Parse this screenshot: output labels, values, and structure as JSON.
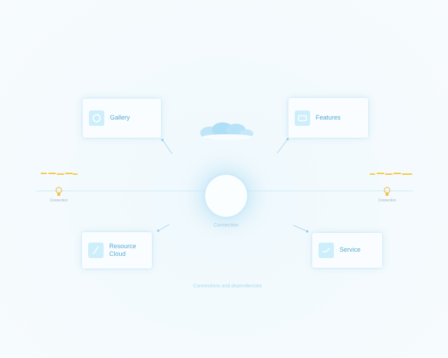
{
  "diagram": {
    "hub": {
      "label": "Connection"
    },
    "nodes": [
      {
        "id": "gallery",
        "label": "Gallery",
        "icon": "circle-arrow-icon"
      },
      {
        "id": "features",
        "label": "Features",
        "icon": "window-icon"
      },
      {
        "id": "resource",
        "label": "Resource Cloud",
        "icon": "curve-arrow-icon"
      },
      {
        "id": "service",
        "label": "Service",
        "icon": "check-swoosh-icon"
      }
    ],
    "left_indicator": {
      "label": "Connection",
      "icon": "lightbulb-icon"
    },
    "right_indicator": {
      "label": "Connection",
      "icon": "lightbulb-icon"
    },
    "footer": "Connections and dependencies"
  },
  "colors": {
    "accent": "#57a9cf",
    "connector": "#a8d8ef",
    "highlight": "#f5c843",
    "background": "#f3fafd"
  }
}
